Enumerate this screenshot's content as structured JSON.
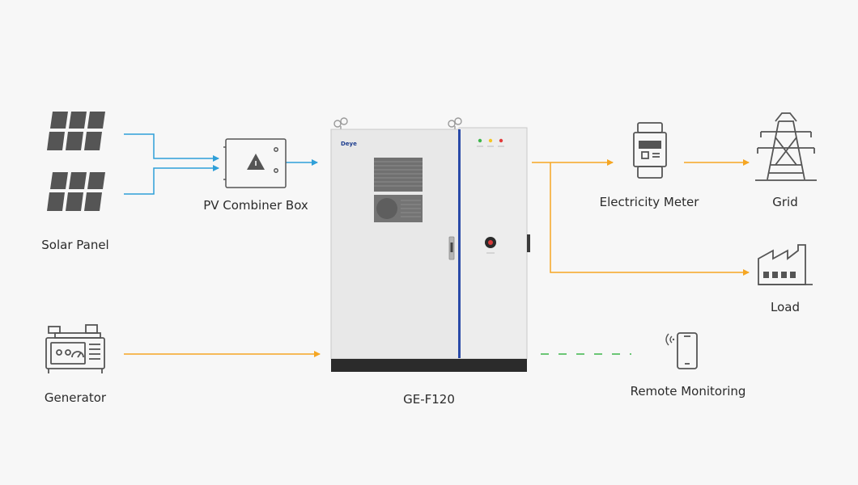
{
  "colors": {
    "background": "#f7f7f7",
    "solar_line": "#2f9fd8",
    "ac_line": "#f5a623",
    "monitor_line": "#3db54a",
    "icon_stroke": "#555555",
    "cabinet_body": "#e8e8e8",
    "cabinet_accent": "#2a4aa8"
  },
  "nodes": {
    "solar_panel": {
      "label": "Solar Panel",
      "icon": "solar-panel-icon"
    },
    "pv_combiner_box": {
      "label": "PV Combiner Box",
      "icon": "combiner-box-icon"
    },
    "generator": {
      "label": "Generator",
      "icon": "generator-icon"
    },
    "cabinet": {
      "label": "GE-F120",
      "brand": "Deye",
      "icon": "energy-storage-cabinet-icon"
    },
    "electricity_meter": {
      "label": "Electricity Meter",
      "icon": "electricity-meter-icon"
    },
    "grid": {
      "label": "Grid",
      "icon": "transmission-tower-icon"
    },
    "load": {
      "label": "Load",
      "icon": "factory-icon"
    },
    "remote_monitoring": {
      "label": "Remote Monitoring",
      "icon": "smartphone-icon"
    }
  }
}
